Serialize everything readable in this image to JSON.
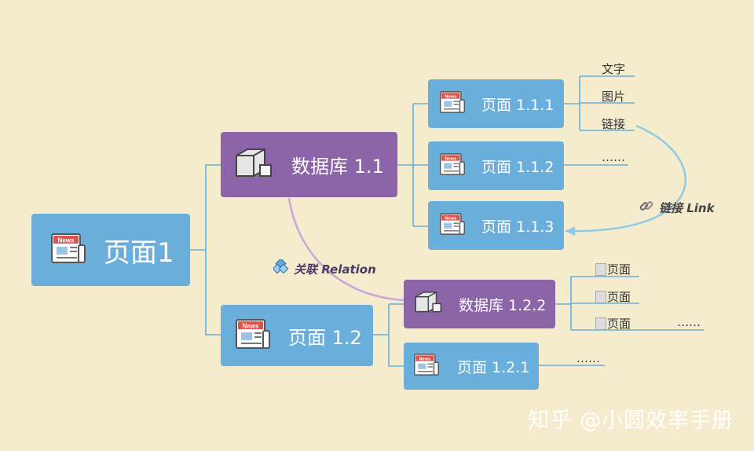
{
  "root": {
    "label": "页面1"
  },
  "db11": {
    "label": "数据库 1.1"
  },
  "p12": {
    "label": "页面 1.2"
  },
  "p111": {
    "label": "页面 1.1.1"
  },
  "p112": {
    "label": "页面 1.1.2"
  },
  "p113": {
    "label": "页面 1.1.3"
  },
  "db121": {
    "label": "数据库 1.2.2"
  },
  "p121": {
    "label": "页面 1.2.1"
  },
  "leaves111": [
    "文字",
    "图片",
    "链接"
  ],
  "leaf112": "……",
  "leaves122": [
    "页面",
    "页面",
    "页面"
  ],
  "leaf122extra": "……",
  "leaf121": "……",
  "news_icon_text": "News",
  "relation": {
    "label": "关联 Relation"
  },
  "link": {
    "label": "链接 Link"
  },
  "watermark": "知乎 @小圆效率手册",
  "colors": {
    "background": "#f4eccd",
    "page_node": "#6aaedc",
    "database_node": "#8b65a8",
    "relation_line": "#c9a8d9",
    "link_line": "#8ecae6"
  }
}
